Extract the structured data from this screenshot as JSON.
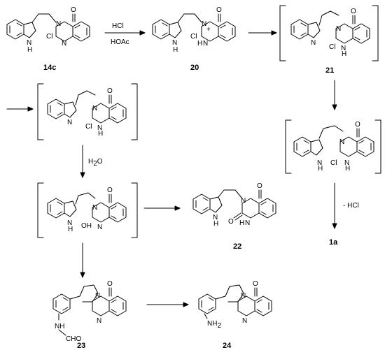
{
  "compounds": {
    "c14c": "14c",
    "c20": "20",
    "c21": "21",
    "c22": "22",
    "c23": "23",
    "c24": "24",
    "c1a": "1a"
  },
  "reagents": {
    "r1_top": "HCl",
    "r1_bottom": "HOAc",
    "r_water_main": "H",
    "r_water_sub": "2",
    "r_water_end": "O",
    "r_minus_hcl": "- HCl"
  },
  "atoms": {
    "N": "N",
    "H": "H",
    "O": "O",
    "Cl": "Cl",
    "plus": "+",
    "OH": "OH",
    "CHO": "CHO",
    "NH2_main": "NH",
    "NH2_sub": "2",
    "NH": "NH"
  }
}
